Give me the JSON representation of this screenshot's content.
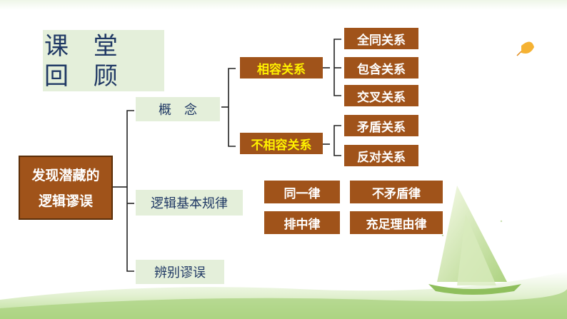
{
  "title": "课 堂 回 顾",
  "root": {
    "line1": "发现潜藏的",
    "line2": "逻辑谬误"
  },
  "branches": {
    "concept": "概　念",
    "laws": "逻辑基本规律",
    "fallacies": "辨别谬误"
  },
  "relations": {
    "compatible": "相容关系",
    "incompatible": "不相容关系"
  },
  "compatible_items": [
    "全同关系",
    "包含关系",
    "交叉关系"
  ],
  "incompatible_items": [
    "矛盾关系",
    "反对关系"
  ],
  "laws_items": [
    "同一律",
    "不矛盾律",
    "排中律",
    "充足理由律"
  ],
  "colors": {
    "brown": "#a0531a",
    "green_bg": "#e4efda",
    "navy_text": "#1f3864",
    "highlight": "#fff200"
  }
}
